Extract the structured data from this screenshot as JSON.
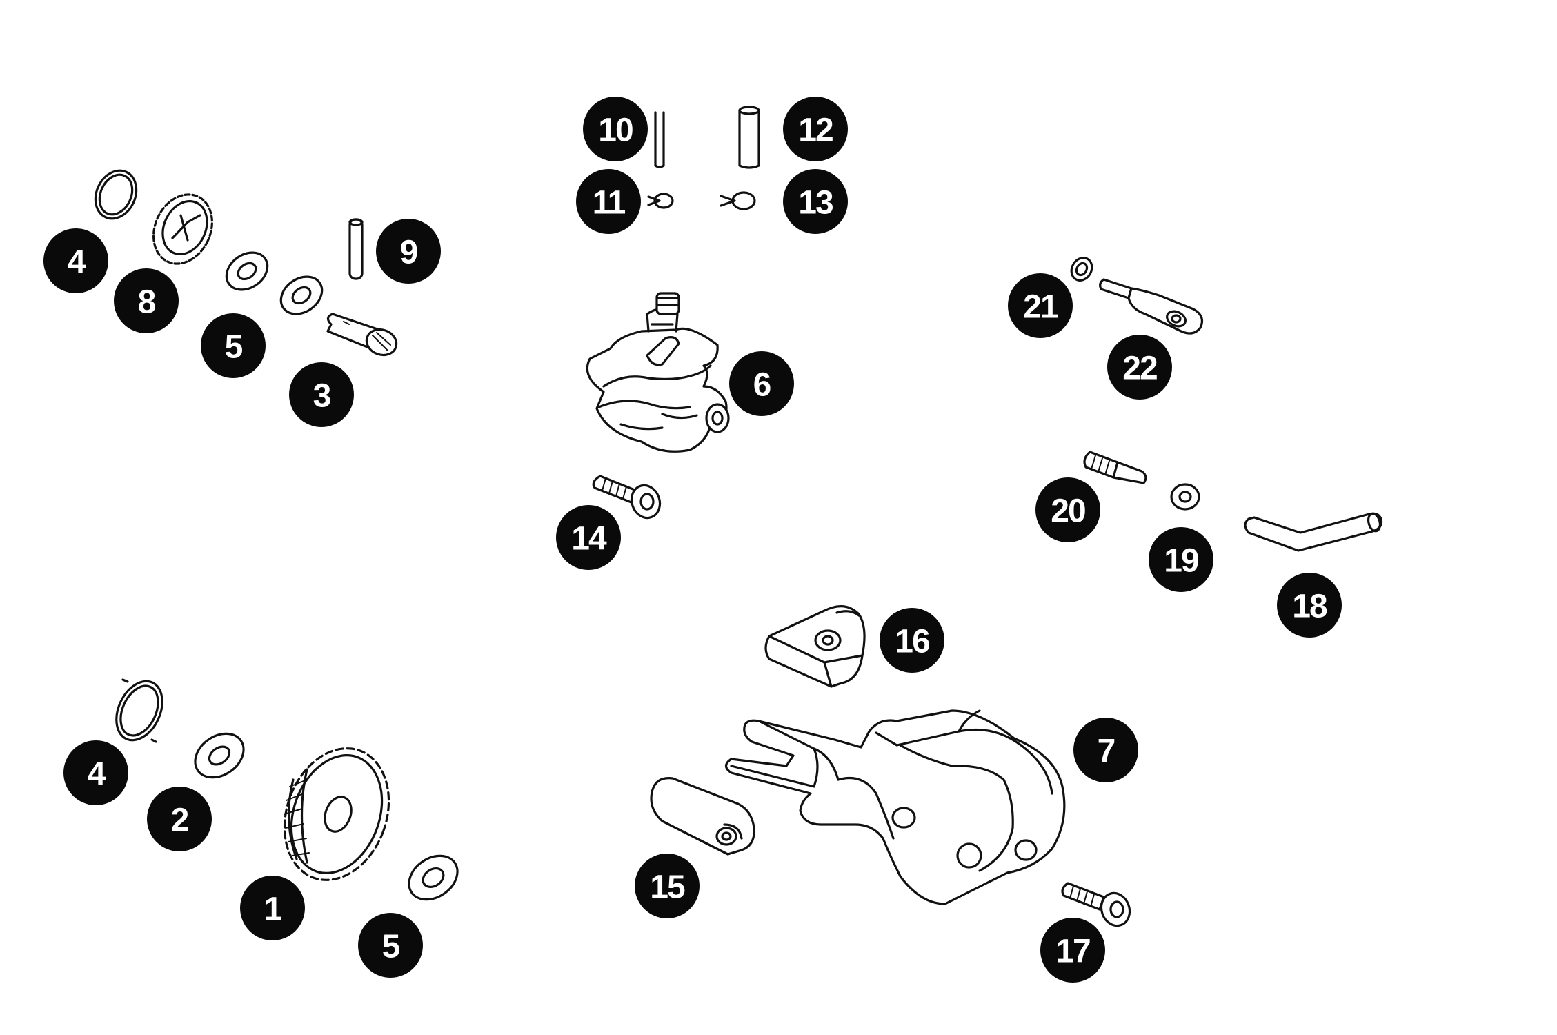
{
  "diagram": {
    "callouts": [
      {
        "id": "c4a",
        "label": "4"
      },
      {
        "id": "c8",
        "label": "8"
      },
      {
        "id": "c5a",
        "label": "5"
      },
      {
        "id": "c9",
        "label": "9"
      },
      {
        "id": "c3",
        "label": "3"
      },
      {
        "id": "c10",
        "label": "10"
      },
      {
        "id": "c11",
        "label": "11"
      },
      {
        "id": "c12",
        "label": "12"
      },
      {
        "id": "c13",
        "label": "13"
      },
      {
        "id": "c6",
        "label": "6"
      },
      {
        "id": "c14",
        "label": "14"
      },
      {
        "id": "c21",
        "label": "21"
      },
      {
        "id": "c22",
        "label": "22"
      },
      {
        "id": "c20",
        "label": "20"
      },
      {
        "id": "c19",
        "label": "19"
      },
      {
        "id": "c18",
        "label": "18"
      },
      {
        "id": "c16",
        "label": "16"
      },
      {
        "id": "c7",
        "label": "7"
      },
      {
        "id": "c15",
        "label": "15"
      },
      {
        "id": "c17",
        "label": "17"
      },
      {
        "id": "c4b",
        "label": "4"
      },
      {
        "id": "c2",
        "label": "2"
      },
      {
        "id": "c1",
        "label": "1"
      },
      {
        "id": "c5b",
        "label": "5"
      }
    ]
  }
}
